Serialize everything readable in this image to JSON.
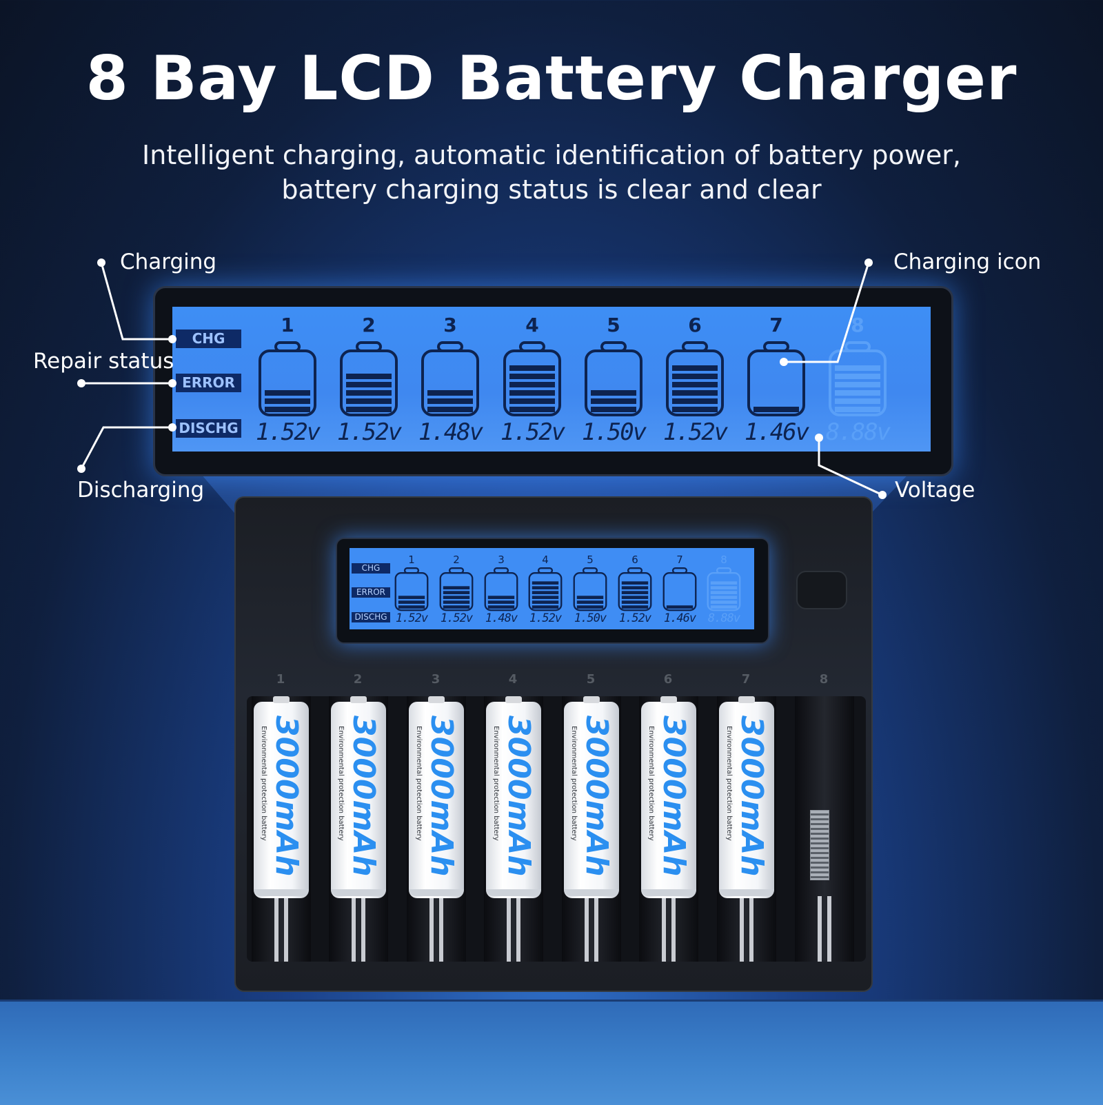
{
  "title": "8 Bay LCD Battery Charger",
  "subtitle_line1": "Intelligent charging, automatic identification of battery power,",
  "subtitle_line2": "battery charging status is clear and clear",
  "callouts": {
    "charging": "Charging",
    "repair_status": "Repair status",
    "discharging": "Discharging",
    "charging_icon": "Charging icon",
    "voltage": "Voltage"
  },
  "lcd_labels": {
    "chg": "CHG",
    "error": "ERROR",
    "dischg": "DISCHG"
  },
  "bays": [
    {
      "num": "1",
      "volt": "1.52v",
      "bars": 3,
      "active": true
    },
    {
      "num": "2",
      "volt": "1.52v",
      "bars": 5,
      "active": true
    },
    {
      "num": "3",
      "volt": "1.48v",
      "bars": 3,
      "active": true
    },
    {
      "num": "4",
      "volt": "1.52v",
      "bars": 6,
      "active": true
    },
    {
      "num": "5",
      "volt": "1.50v",
      "bars": 3,
      "active": true
    },
    {
      "num": "6",
      "volt": "1.52v",
      "bars": 6,
      "active": true
    },
    {
      "num": "7",
      "volt": "1.46v",
      "bars": 1,
      "active": true
    },
    {
      "num": "8",
      "volt": "8.88v",
      "bars": 6,
      "active": false
    }
  ],
  "slot_numbers": [
    "1",
    "2",
    "3",
    "4",
    "5",
    "6",
    "7",
    "8"
  ],
  "battery_capacity": "3000mAh",
  "battery_text": "Environmental protection battery",
  "colors": {
    "lcd_blue": "#3f8df4",
    "lcd_dark": "#0d2350",
    "battery_text": "#2b8ff0"
  }
}
